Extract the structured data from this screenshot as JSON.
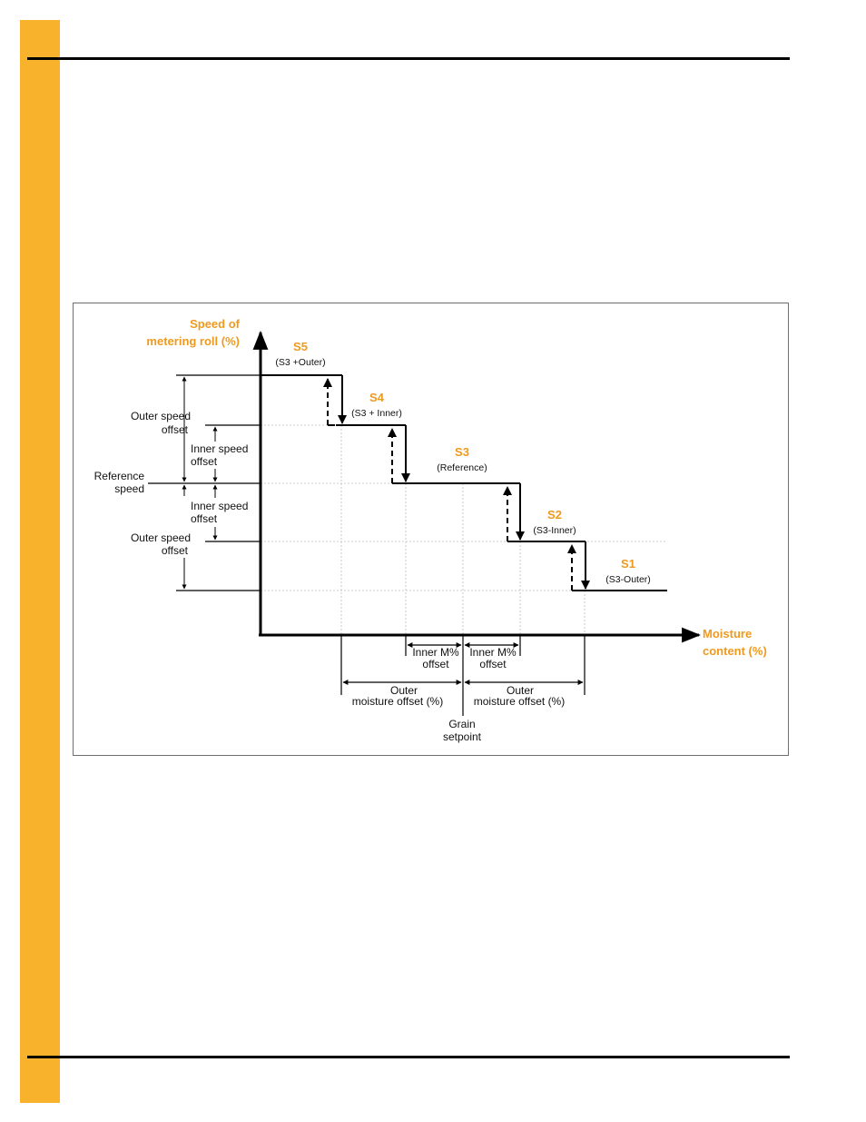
{
  "colors": {
    "accent": "#f8b22b",
    "label_accent": "#ee9a1e",
    "line": "#000000",
    "grid": "#bdbdbd"
  },
  "diagram": {
    "y_axis_title": [
      "Speed of",
      "metering roll (%)"
    ],
    "x_axis_title": [
      "Moisture",
      "content (%)"
    ],
    "steps": [
      {
        "name": "S5",
        "formula": "(S3 +Outer)"
      },
      {
        "name": "S4",
        "formula": "(S3 + Inner)"
      },
      {
        "name": "S3",
        "formula": "(Reference)"
      },
      {
        "name": "S2",
        "formula": "(S3-Inner)"
      },
      {
        "name": "S1",
        "formula": "(S3-Outer)"
      }
    ],
    "left_labels": {
      "outer_speed_offset_top": [
        "Outer speed",
        "offset"
      ],
      "inner_speed_offset_top": [
        "Inner speed",
        "offset"
      ],
      "reference_speed": [
        "Reference",
        "speed"
      ],
      "inner_speed_offset_bottom": [
        "Inner speed",
        "offset"
      ],
      "outer_speed_offset_bottom": [
        "Outer speed",
        "offset"
      ]
    },
    "bottom_labels": {
      "inner_left": [
        "Inner M%",
        "offset"
      ],
      "inner_right": [
        "Inner M%",
        "offset"
      ],
      "outer_left": [
        "Outer",
        "moisture offset (%)"
      ],
      "outer_right": [
        "Outer",
        "moisture offset (%)"
      ],
      "setpoint": [
        "Grain",
        "setpoint"
      ]
    }
  }
}
